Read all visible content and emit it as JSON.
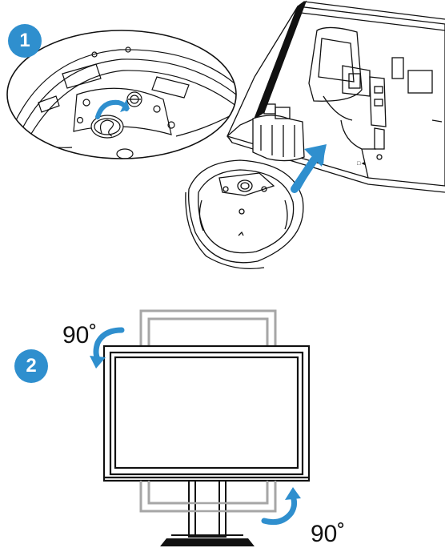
{
  "steps": [
    {
      "number": "1"
    },
    {
      "number": "2"
    }
  ],
  "rotation": {
    "top_label": "90˚",
    "bottom_label": "90˚"
  },
  "colors": {
    "accent": "#2f8fce",
    "line": "#111111",
    "ghost": "#a6a6a6"
  },
  "icons": [
    "rotate-arrow-icon",
    "insert-arrow-icon"
  ]
}
